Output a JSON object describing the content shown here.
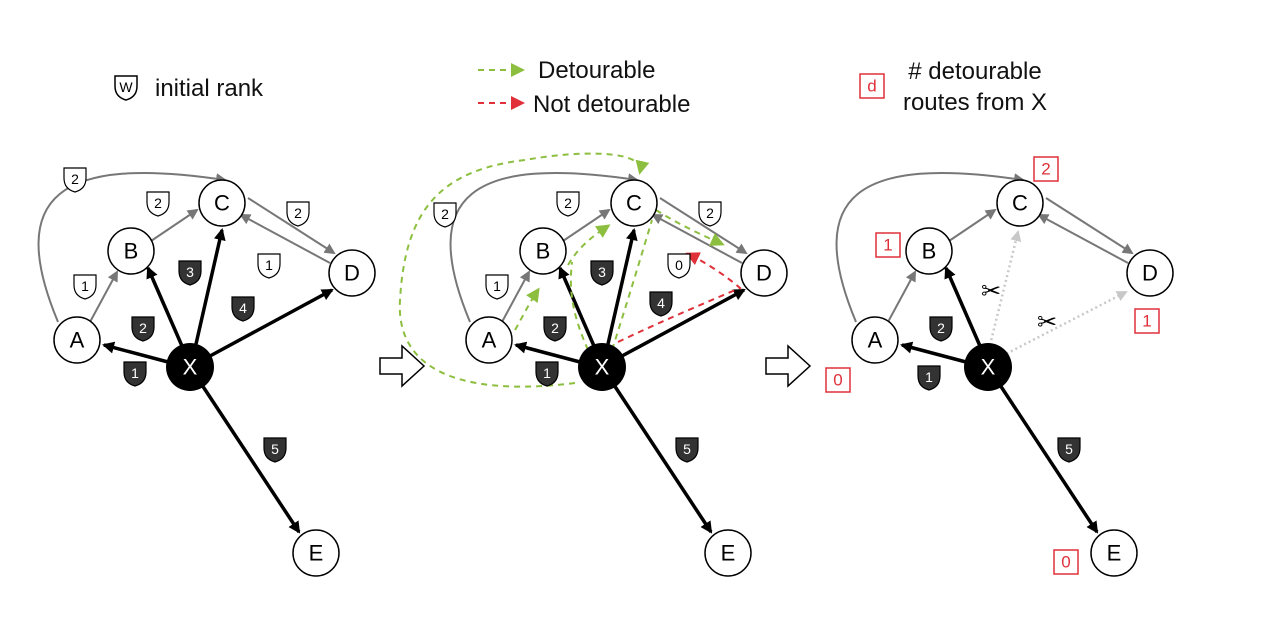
{
  "legend": {
    "badge_symbol": "W",
    "initial_rank": "initial rank",
    "detourable": "Detourable",
    "not_detourable": "Not detourable",
    "box_symbol": "d",
    "count_line1": "# detourable",
    "count_line2": "routes from X"
  },
  "nodes": {
    "A": "A",
    "B": "B",
    "C": "C",
    "D": "D",
    "E": "E",
    "X": "X"
  },
  "panel1_ranks": {
    "A_C": "2",
    "B_C": "2",
    "C_D": "2",
    "D_C": "1",
    "A_B": "1",
    "X_B": "2",
    "X_C": "3",
    "X_D": "4",
    "X_A": "1",
    "X_E": "5"
  },
  "panel2_ranks": {
    "A_C": "2",
    "B_C": "2",
    "C_D": "2",
    "D_C": "0",
    "A_B": "1",
    "X_B": "2",
    "X_C": "3",
    "X_D": "4",
    "X_A": "1",
    "X_E": "5"
  },
  "panel3_ranks": {
    "X_B": "2",
    "X_A": "1",
    "X_E": "5"
  },
  "panel3_counts": {
    "C": "2",
    "B": "1",
    "D": "1",
    "A": "0",
    "E": "0"
  },
  "colors": {
    "detourable": "#8cbf3f",
    "not_detourable": "#e0303a",
    "strong_edge": "#000000",
    "light_edge": "#777777",
    "count_box": "#e0303a"
  },
  "icons": {
    "arrow": "hollow-arrow-icon",
    "scissors": "scissors-icon"
  }
}
